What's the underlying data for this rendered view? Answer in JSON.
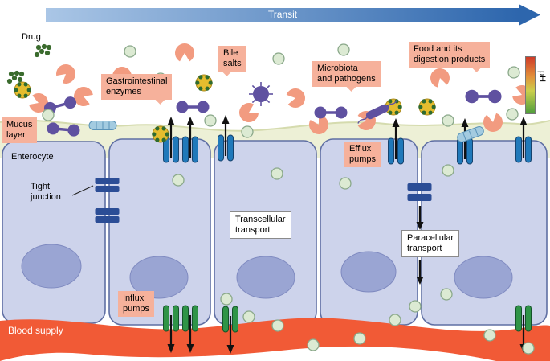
{
  "figure": "Drug transit through the gastrointestinal tract",
  "labels": {
    "transit": "Transit",
    "drug": "Drug",
    "mucus_layer": "Mucus\nlayer",
    "enterocyte": "Enterocyte",
    "tight_junction": "Tight\njunction",
    "gastro_enzymes": "Gastrointestinal\nenzymes",
    "bile_salts": "Bile\nsalts",
    "microbiota": "Microbiota\nand pathogens",
    "food": "Food and its\ndigestion products",
    "efflux_pumps": "Efflux\npumps",
    "influx_pumps": "Influx\npumps",
    "transcellular": "Transcellular\ntransport",
    "paracellular": "Paracellular\ntransport",
    "blood_supply": "Blood supply",
    "ph": "pH"
  },
  "colors": {
    "transit_arrow_blue": "#2d66ad",
    "label_salmon": "#f6b19b",
    "cell_fill": "#cdd3eb",
    "cell_stroke": "#5f6fa3",
    "nucleus_fill": "#9aa5d3",
    "mucus_band": "#edf0d6",
    "blood_red": "#f15a36",
    "efflux_pump_blue": "#2079ba",
    "influx_pump_green": "#2f9447",
    "tight_junction_blue": "#2b4d96",
    "enzyme_salmon": "#f29b80",
    "molecule_purple": "#5f51a0",
    "bile_salt_yellow": "#e5bd2e",
    "digestion_product_green": "#dcead3",
    "drug_dot_green": "#3a6b2d",
    "ph_gradient_top": "#cf3b28",
    "ph_gradient_bottom": "#4f9e3c"
  }
}
